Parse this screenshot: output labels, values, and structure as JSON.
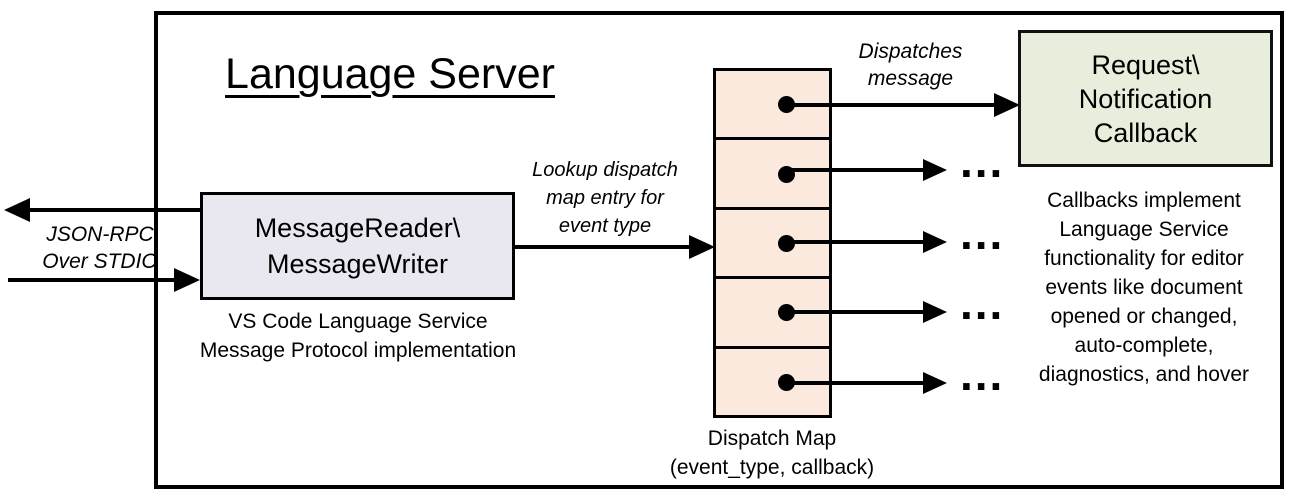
{
  "title": "Language Server",
  "stdio": {
    "lines": [
      "JSON-RPC",
      "Over STDIO"
    ]
  },
  "message_box": {
    "lines": [
      "MessageReader\\",
      "MessageWriter"
    ],
    "caption": [
      "VS Code Language Service",
      "Message Protocol implementation"
    ]
  },
  "lookup_label": [
    "Lookup dispatch",
    "map entry for",
    "event type"
  ],
  "dispatches_label": [
    "Dispatches",
    "message"
  ],
  "callback_box": {
    "lines": [
      "Request\\",
      "Notification",
      "Callback"
    ]
  },
  "ellipsis": "...",
  "callbacks_note": [
    "Callbacks implement",
    "Language Service",
    "functionality for editor",
    "events like document",
    "opened or changed,",
    "auto-complete,",
    "diagnostics, and hover"
  ],
  "dispatch_map_caption": [
    "Dispatch Map",
    "(event_type, callback)"
  ],
  "colors": {
    "dispatch_map_fill": "#FCE9DD",
    "message_box_fill": "#E9E7EF",
    "callback_box_fill": "#E7EFDC",
    "line": "#000000",
    "background": "#FFFFFF"
  }
}
